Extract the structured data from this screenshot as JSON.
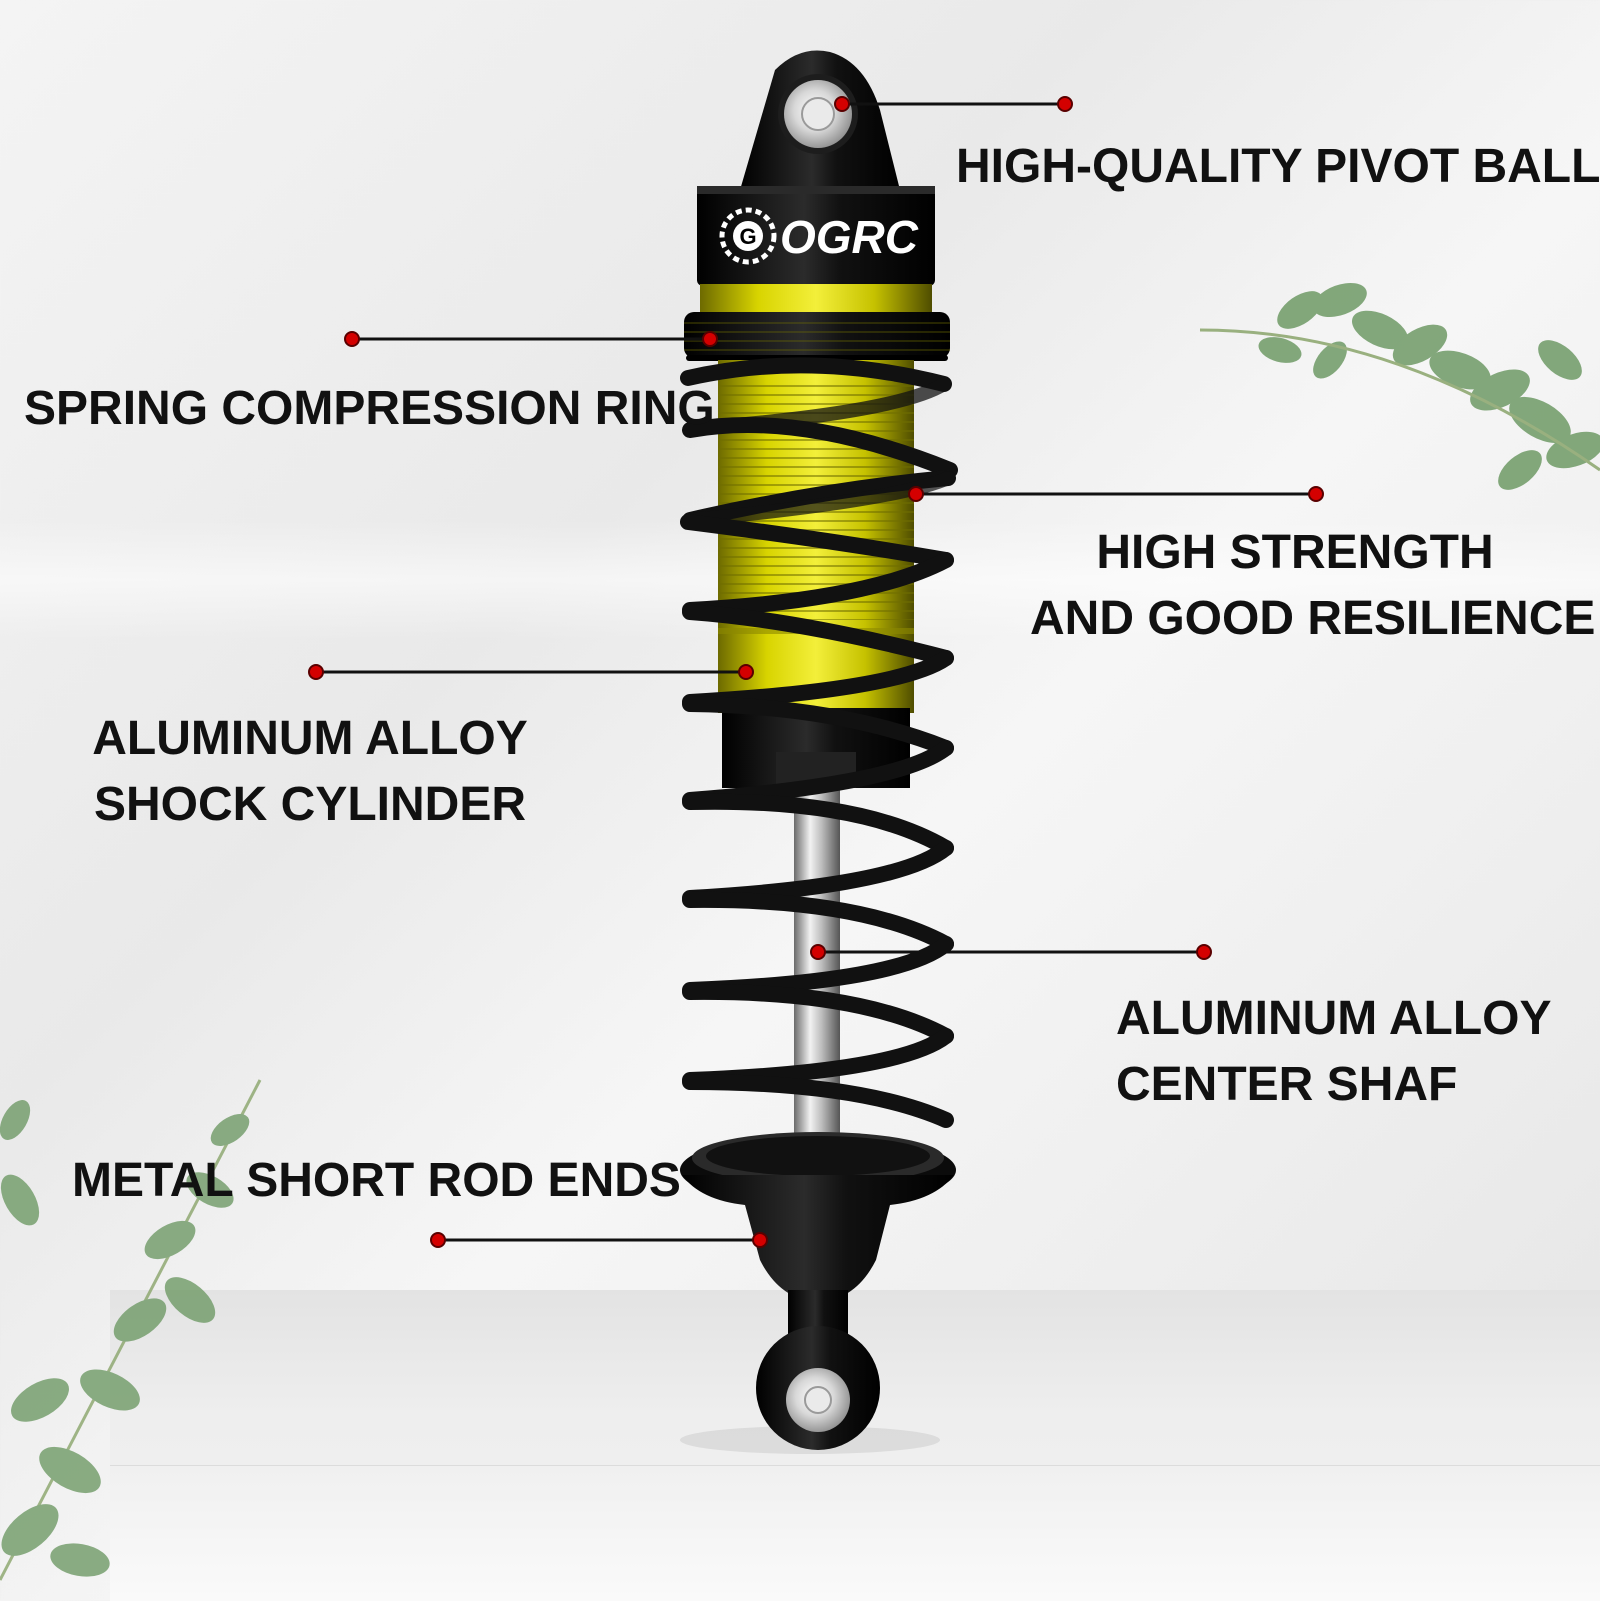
{
  "brand": {
    "logo_text": "OGRC"
  },
  "callouts": {
    "pivot_ball": "HIGH-QUALITY PIVOT BALL",
    "spring_ring": "SPRING COMPRESSION RING",
    "strength_line1": "HIGH STRENGTH",
    "strength_line2": "AND GOOD RESILIENCE",
    "cylinder_line1": "ALUMINUM ALLOY",
    "cylinder_line2": "SHOCK CYLINDER",
    "shaft_line1": "ALUMINUM ALLOY",
    "shaft_line2": "CENTER SHAF",
    "rod_ends": "METAL SHORT ROD ENDS"
  },
  "colors": {
    "accent_marker": "#d40000",
    "cylinder_yellow": "#c9c400",
    "body_black": "#0d0d0d",
    "spring_black": "#111111"
  }
}
